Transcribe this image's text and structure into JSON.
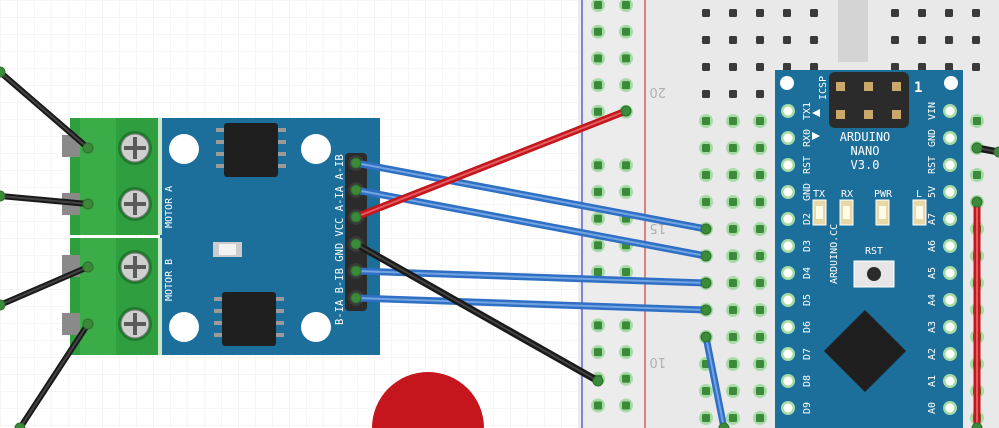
{
  "driver": {
    "motor_a_label": "MOTOR A",
    "motor_b_label": "MOTOR B",
    "pins": [
      "A-IB",
      "A-IA",
      "VCC",
      "GND",
      "B-IB",
      "B-IA"
    ]
  },
  "breadboard": {
    "row_numbers": [
      "20",
      "15",
      "10"
    ]
  },
  "nano": {
    "title_line1": "ARDUINO",
    "title_line2": "NANO",
    "title_line3": "V3.0",
    "icsp": "ICSP",
    "icsp_pin1": "1",
    "website": "ARDUINO.CC",
    "rst_button": "RST",
    "leds": [
      "TX",
      "RX",
      "PWR",
      "L"
    ],
    "left_pins": [
      "TX1",
      "RX0",
      "RST",
      "GND",
      "D2",
      "D3",
      "D4",
      "D5",
      "D6",
      "D7",
      "D8",
      "D9"
    ],
    "right_pins": [
      "VIN",
      "GND",
      "RST",
      "5V",
      "A7",
      "A6",
      "A5",
      "A4",
      "A3",
      "A2",
      "A1",
      "A0"
    ]
  },
  "colors": {
    "board_blue": "#1b6f9a",
    "terminal_green": "#2f9e3e",
    "wire_black": "#1a1a1a",
    "wire_red": "#c4161c",
    "wire_blue": "#2f6fc4",
    "breadboard_bg": "#e8e8e8",
    "hole_green": "#5cb85c"
  }
}
